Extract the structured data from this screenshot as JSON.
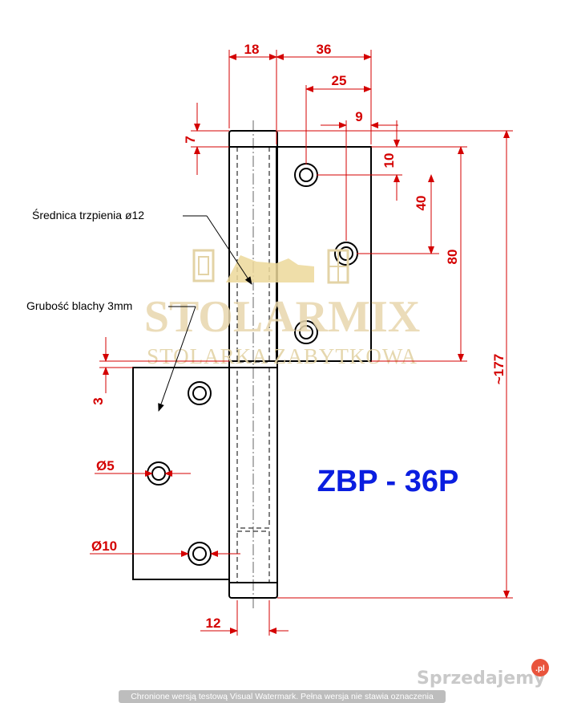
{
  "model_label": "ZBP - 36P",
  "notes": {
    "pin_diameter": "Średnica trzpienia ø12",
    "plate_thickness": "Grubość blachy 3mm"
  },
  "dimensions": {
    "d18": "18",
    "d36": "36",
    "d25": "25",
    "d9": "9",
    "d7": "7",
    "d10": "10",
    "d40": "40",
    "d80": "80",
    "d177": "~177",
    "d3": "3",
    "d_o5": "Ø5",
    "d_o10": "Ø10",
    "d12": "12"
  },
  "watermark": {
    "brand": "STOLARMIX",
    "tagline": "STOLARKA ZABYTKOWA"
  },
  "site_logo": {
    "text": "Sprzedajemy",
    "badge": ".pl"
  },
  "trial_notice": "Chronione wersją testową Visual Watermark. Pełna wersja nie stawia oznaczenia",
  "colors": {
    "dimension": "#d40000",
    "model": "#0a1ee0",
    "outline": "#000000",
    "watermark": "#e3d3a6"
  }
}
